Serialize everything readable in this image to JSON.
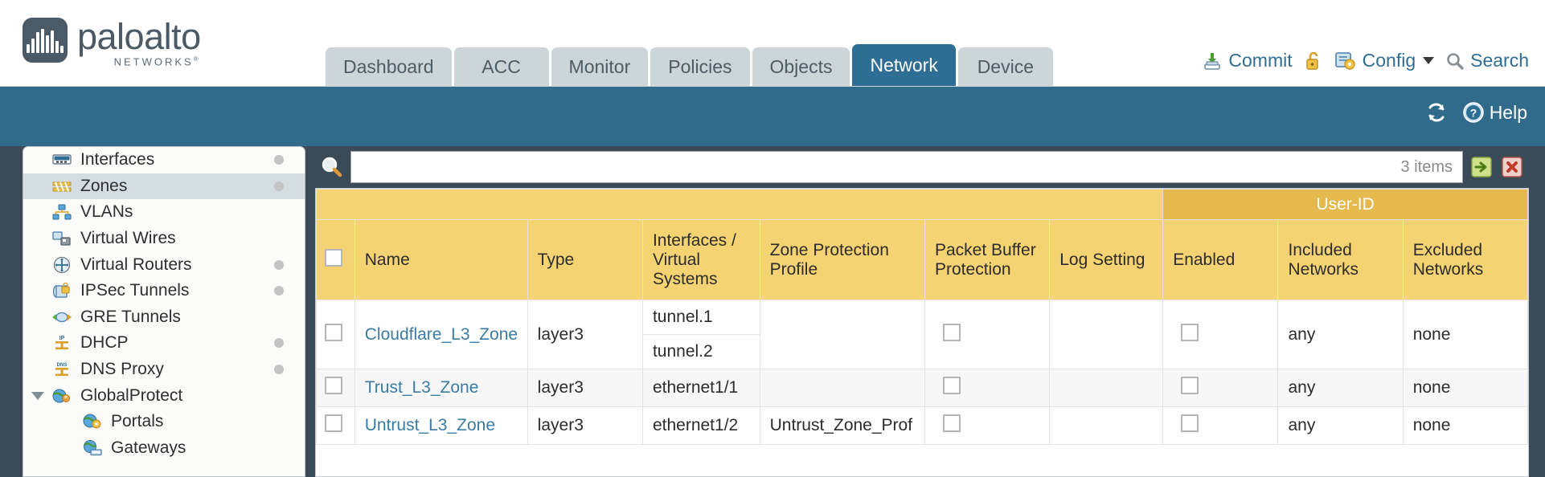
{
  "brand": {
    "name": "paloalto",
    "tagline": "NETWORKS",
    "registered": "®"
  },
  "tabs": [
    {
      "label": "Dashboard",
      "active": false
    },
    {
      "label": "ACC",
      "active": false
    },
    {
      "label": "Monitor",
      "active": false
    },
    {
      "label": "Policies",
      "active": false
    },
    {
      "label": "Objects",
      "active": false
    },
    {
      "label": "Network",
      "active": true
    },
    {
      "label": "Device",
      "active": false
    }
  ],
  "top_actions": {
    "commit": "Commit",
    "config": "Config",
    "search": "Search"
  },
  "banner": {
    "help": "Help"
  },
  "sidebar": {
    "items": [
      {
        "label": "Interfaces",
        "icon": "interfaces-icon",
        "dot": true,
        "selected": false,
        "child": false,
        "expander": false
      },
      {
        "label": "Zones",
        "icon": "zones-icon",
        "dot": true,
        "selected": true,
        "child": false,
        "expander": false
      },
      {
        "label": "VLANs",
        "icon": "vlans-icon",
        "dot": false,
        "selected": false,
        "child": false,
        "expander": false
      },
      {
        "label": "Virtual Wires",
        "icon": "virtual-wires-icon",
        "dot": false,
        "selected": false,
        "child": false,
        "expander": false
      },
      {
        "label": "Virtual Routers",
        "icon": "virtual-routers-icon",
        "dot": true,
        "selected": false,
        "child": false,
        "expander": false
      },
      {
        "label": "IPSec Tunnels",
        "icon": "ipsec-tunnels-icon",
        "dot": true,
        "selected": false,
        "child": false,
        "expander": false
      },
      {
        "label": "GRE Tunnels",
        "icon": "gre-tunnels-icon",
        "dot": false,
        "selected": false,
        "child": false,
        "expander": false
      },
      {
        "label": "DHCP",
        "icon": "dhcp-icon",
        "dot": true,
        "selected": false,
        "child": false,
        "expander": false
      },
      {
        "label": "DNS Proxy",
        "icon": "dns-proxy-icon",
        "dot": true,
        "selected": false,
        "child": false,
        "expander": false
      },
      {
        "label": "GlobalProtect",
        "icon": "globalprotect-icon",
        "dot": false,
        "selected": false,
        "child": false,
        "expander": true
      },
      {
        "label": "Portals",
        "icon": "portals-icon",
        "dot": false,
        "selected": false,
        "child": true,
        "expander": false
      },
      {
        "label": "Gateways",
        "icon": "gateways-icon",
        "dot": false,
        "selected": false,
        "child": true,
        "expander": false
      }
    ]
  },
  "search": {
    "value": "",
    "placeholder": "",
    "items_count": "3 items"
  },
  "table": {
    "group_header": "User-ID",
    "columns": [
      "Name",
      "Type",
      "Interfaces / Virtual Systems",
      "Zone Protection Profile",
      "Packet Buffer Protection",
      "Log Setting",
      "Enabled",
      "Included Networks",
      "Excluded Networks"
    ],
    "columns_split": {
      "interfaces": [
        "Interfaces /",
        "Virtual",
        "Systems"
      ],
      "zone_protection": [
        "Zone Protection",
        "Profile"
      ],
      "packet_buffer": [
        "Packet Buffer",
        "Protection"
      ],
      "included": [
        "Included",
        "Networks"
      ],
      "excluded": [
        "Excluded",
        "Networks"
      ]
    },
    "rows": [
      {
        "selected": false,
        "name": "Cloudflare_L3_Zone",
        "type": "layer3",
        "interfaces": [
          "tunnel.1",
          "tunnel.2"
        ],
        "zone_protection_profile": "",
        "packet_buffer_protection": false,
        "log_setting": "",
        "userid_enabled": false,
        "included_networks": "any",
        "excluded_networks": "none"
      },
      {
        "selected": false,
        "name": "Trust_L3_Zone",
        "type": "layer3",
        "interfaces": [
          "ethernet1/1"
        ],
        "zone_protection_profile": "",
        "packet_buffer_protection": false,
        "log_setting": "",
        "userid_enabled": false,
        "included_networks": "any",
        "excluded_networks": "none"
      },
      {
        "selected": false,
        "name": "Untrust_L3_Zone",
        "type": "layer3",
        "interfaces": [
          "ethernet1/2"
        ],
        "zone_protection_profile": "Untrust_Zone_Prof",
        "packet_buffer_protection": false,
        "log_setting": "",
        "userid_enabled": false,
        "included_networks": "any",
        "excluded_networks": "none"
      }
    ]
  },
  "colors": {
    "banner_blue": "#316b8c",
    "tab_active": "#2f6e94",
    "tab_inactive": "#ccd6d9",
    "table_header_gold": "#f5d272",
    "table_group_gold": "#e5b94e",
    "link_blue": "#3a7ca5",
    "body_backdrop": "#3b4a57"
  }
}
